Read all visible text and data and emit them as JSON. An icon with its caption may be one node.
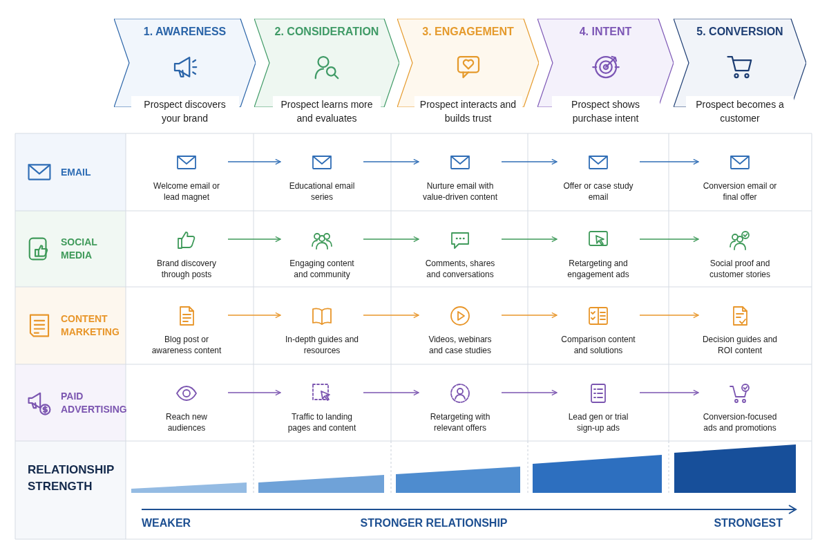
{
  "diagram": {
    "nodes": [
      {
        "text": [
          "1. AWARENESS",
          "Prospect discovers your brand"
        ]
      },
      {
        "text": [
          "2. CONSIDERATION",
          "Prospect learns more and evaluates"
        ]
      },
      {
        "text": [
          "3. ENGAGEMENT",
          "Prospect interacts and builds trust"
        ]
      },
      {
        "text": [
          "4. INTENT",
          "Prospect shows purchase intent"
        ]
      },
      {
        "text": [
          "5. CONVERSION",
          "Prospect becomes a customer"
        ]
      },
      {
        "text": [
          "EMAIL"
        ]
      },
      {
        "text": [
          "Welcome email or lead magnet"
        ]
      },
      {
        "text": [
          "Educational email series"
        ]
      },
      {
        "text": [
          "Nurture email with value-driven content"
        ]
      },
      {
        "text": [
          "Offer or case study email"
        ]
      },
      {
        "text": [
          "Conversion email or final offer"
        ]
      },
      {
        "text": [
          "SOCIAL MEDIA"
        ]
      },
      {
        "text": [
          "Brand discovery through posts"
        ]
      },
      {
        "text": [
          "Engaging content and community"
        ]
      },
      {
        "text": [
          "Comments, shares and conversations"
        ]
      },
      {
        "text": [
          "Retargeting and engagement ads"
        ]
      },
      {
        "text": [
          "Social proof and customer stories"
        ]
      },
      {
        "text": [
          "CONTENT MARKETING"
        ]
      },
      {
        "text": [
          "Blog post or awareness content"
        ]
      },
      {
        "text": [
          "In-depth guides and resources"
        ]
      },
      {
        "text": [
          "Videos, webinars and case studies"
        ]
      },
      {
        "text": [
          "Comparison content and solutions"
        ]
      },
      {
        "text": [
          "Decision guides and ROI content"
        ]
      },
      {
        "text": [
          "PAID ADVERTISING"
        ]
      },
      {
        "text": [
          "Reach new audiences"
        ]
      },
      {
        "text": [
          "Traffic to landing pages and content"
        ]
      },
      {
        "text": [
          "Retargeting with relevant offers"
        ]
      },
      {
        "text": [
          "Lead gen or trial sign-up ads"
        ]
      },
      {
        "text": [
          "Conversion-focused ads and promotions"
        ]
      }
    ],
    "edges": [
      {
        "from": 6,
        "to": 7,
        "arrow": "to",
        "color": "#2f6db5"
      },
      {
        "from": 7,
        "to": 8,
        "arrow": "to",
        "color": "#2f6db5"
      },
      {
        "from": 8,
        "to": 9,
        "arrow": "to",
        "color": "#2f6db5"
      },
      {
        "from": 9,
        "to": 10,
        "arrow": "to",
        "color": "#2f6db5"
      },
      {
        "from": 12,
        "to": 13,
        "arrow": "to",
        "color": "#3f9a5a"
      },
      {
        "from": 13,
        "to": 14,
        "arrow": "to",
        "color": "#3f9a5a"
      },
      {
        "from": 14,
        "to": 15,
        "arrow": "to",
        "color": "#3f9a5a"
      },
      {
        "from": 15,
        "to": 16,
        "arrow": "to",
        "color": "#3f9a5a"
      },
      {
        "from": 18,
        "to": 19,
        "arrow": "to",
        "color": "#e8962a"
      },
      {
        "from": 19,
        "to": 20,
        "arrow": "to",
        "color": "#e8962a"
      },
      {
        "from": 20,
        "to": 21,
        "arrow": "to",
        "color": "#e8962a"
      },
      {
        "from": 21,
        "to": 22,
        "arrow": "to",
        "color": "#e8962a"
      },
      {
        "from": 24,
        "to": 25,
        "arrow": "to",
        "color": "#7b55b0"
      },
      {
        "from": 25,
        "to": 26,
        "arrow": "to",
        "color": "#7b55b0"
      },
      {
        "from": 26,
        "to": 27,
        "arrow": "to",
        "color": "#7b55b0"
      },
      {
        "from": 27,
        "to": 28,
        "arrow": "to",
        "color": "#7b55b0"
      }
    ],
    "labels": [
      "RELATIONSHIP STRENGTH",
      "WEAKER",
      "STRONGER RELATIONSHIP",
      "STRONGEST"
    ]
  }
}
